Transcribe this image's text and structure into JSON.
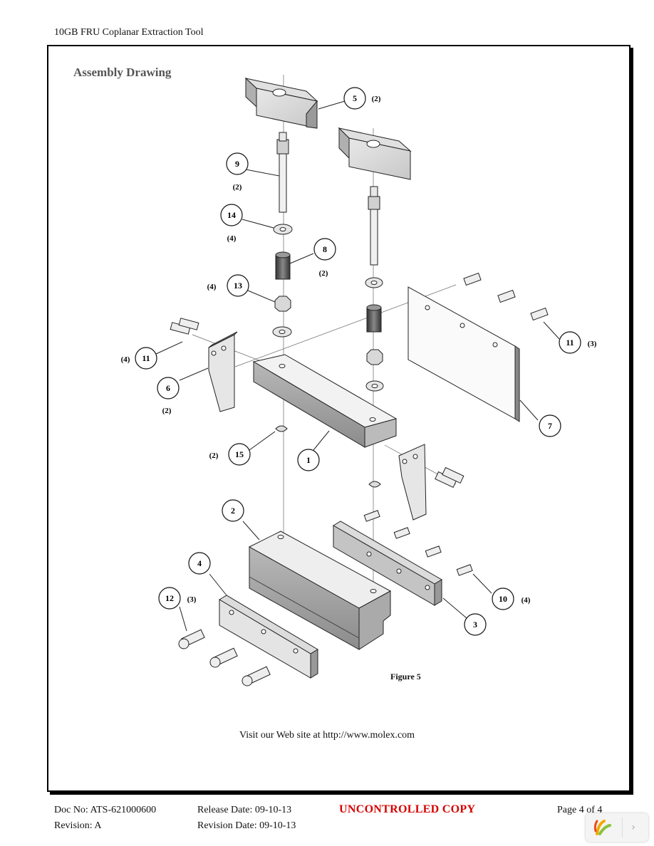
{
  "header": {
    "doc_title": "10GB FRU Coplanar Extraction Tool"
  },
  "section": {
    "title": "Assembly Drawing"
  },
  "figure": {
    "caption": "Figure 5",
    "callouts": [
      {
        "id": "5",
        "qty": "(2)"
      },
      {
        "id": "9",
        "qty": "(2)"
      },
      {
        "id": "14",
        "qty": "(4)"
      },
      {
        "id": "8",
        "qty": "(2)"
      },
      {
        "id": "13",
        "qty": "(4)"
      },
      {
        "id": "11",
        "qty": "(4)"
      },
      {
        "id": "6",
        "qty": "(2)"
      },
      {
        "id": "11",
        "qty": "(3)"
      },
      {
        "id": "7",
        "qty": ""
      },
      {
        "id": "15",
        "qty": "(2)"
      },
      {
        "id": "1",
        "qty": ""
      },
      {
        "id": "2",
        "qty": ""
      },
      {
        "id": "4",
        "qty": ""
      },
      {
        "id": "12",
        "qty": "(3)"
      },
      {
        "id": "10",
        "qty": "(4)"
      },
      {
        "id": "3",
        "qty": ""
      }
    ]
  },
  "website_text": "Visit our Web site at http://www.molex.com",
  "footer": {
    "doc_no": "Doc No: ATS-621000600",
    "revision": "Revision: A",
    "release_date": "Release Date: 09-10-13",
    "revision_date": "Revision Date: 09-10-13",
    "status": "UNCONTROLLED COPY",
    "page": "Page 4 of 4",
    "status_color": "#d40000"
  },
  "viewer": {
    "next_icon": "chevron-right-icon",
    "logo_icon": "viewer-logo-icon",
    "next_glyph": "›"
  }
}
